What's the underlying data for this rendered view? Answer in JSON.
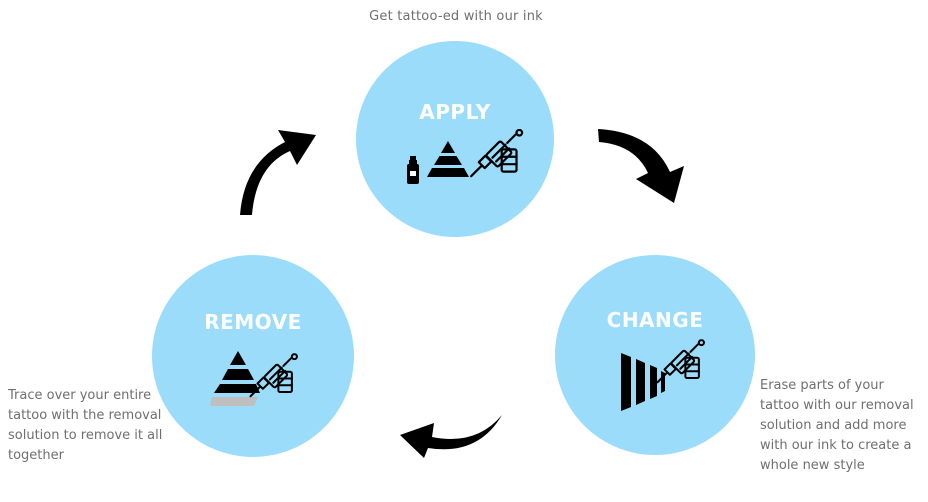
{
  "captions": {
    "top": "Get tattoo-ed with our ink",
    "left": "Trace over your entire tattoo with the removal solution to remove it all together",
    "right": "Erase parts of your tattoo with our removal solution and add more with our ink to create a whole new style"
  },
  "steps": {
    "apply": {
      "label": "APPLY"
    },
    "change": {
      "label": "CHANGE"
    },
    "remove": {
      "label": "REMOVE"
    }
  },
  "icons": {
    "ink_bottle": "ink-bottle-icon",
    "pyramid": "pyramid-icon",
    "tattoo_machine": "tattoo-machine-icon",
    "eraser_bars": "eraser-bars-icon",
    "faded_pyramid": "faded-pyramid-icon"
  },
  "colors": {
    "circle": "#9bdcfb",
    "label": "#ffffff",
    "caption": "#6f6f6f",
    "arrow": "#000000",
    "faded": "#bfbfbf"
  }
}
